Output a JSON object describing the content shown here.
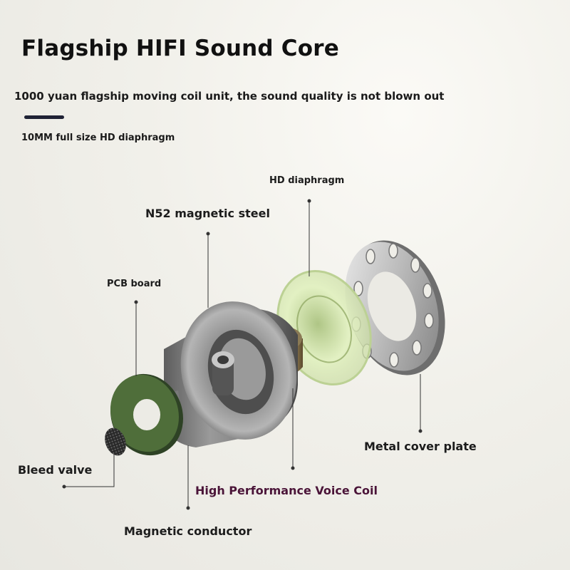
{
  "header": {
    "title": "Flagship HIFI Sound Core",
    "subtitle": "1000 yuan flagship moving coil unit, the sound quality is not blown out",
    "caption": "10MM full size HD diaphragm"
  },
  "parts": {
    "hd_diaphragm": "HD diaphragm",
    "n52_magnetic_steel": "N52 magnetic steel",
    "pcb_board": "PCB board",
    "metal_cover_plate": "Metal cover plate",
    "bleed_valve": "Bleed valve",
    "voice_coil": "High Performance Voice Coil",
    "magnetic_conductor": "Magnetic conductor"
  },
  "colors": {
    "voice_coil_label": "#4a1438",
    "accent_bar": "#1f2235",
    "pcb_green": "#4f6e3a",
    "diaphragm_green": "#cfe4a6",
    "metal": "#8a8a8a"
  }
}
